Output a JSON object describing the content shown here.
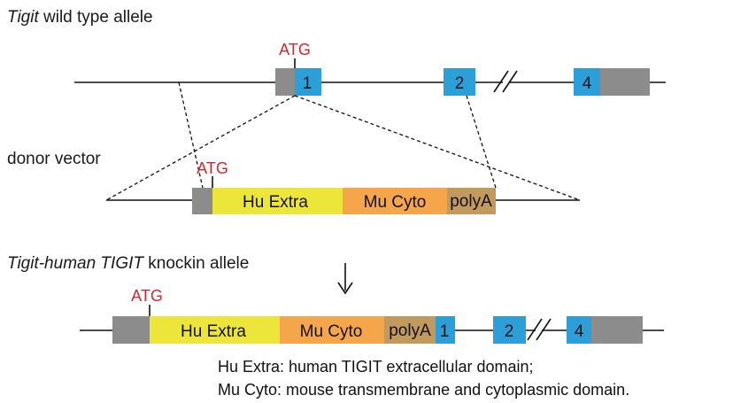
{
  "rows": {
    "wild_type": {
      "title_italic": "Tigit",
      "title_rest": " wild type allele",
      "atg": "ATG",
      "exons": [
        "1",
        "2",
        "4"
      ]
    },
    "donor": {
      "title": "donor vector",
      "atg": "ATG",
      "hu_extra": "Hu Extra",
      "mu_cyto": "Mu Cyto",
      "polya": "polyA"
    },
    "knockin": {
      "title_italic": "Tigit-human TIGIT",
      "title_rest": " knockin allele",
      "atg": "ATG",
      "hu_extra": "Hu Extra",
      "mu_cyto": "Mu Cyto",
      "polya": "polyA",
      "exons": [
        "1",
        "2",
        "4"
      ]
    }
  },
  "legend": {
    "line1": "Hu Extra: human TIGIT extracellular domain;",
    "line2": "Mu Cyto: mouse transmembrane and cytoplasmic domain."
  },
  "colors": {
    "exon_blue": "#2c9fd8",
    "utr_gray": "#8c8c8c",
    "hu_extra_yellow": "#ece63a",
    "mu_cyto_orange": "#f5a64a",
    "polya_brown": "#c39a5e",
    "atg_red": "#d8262c"
  }
}
